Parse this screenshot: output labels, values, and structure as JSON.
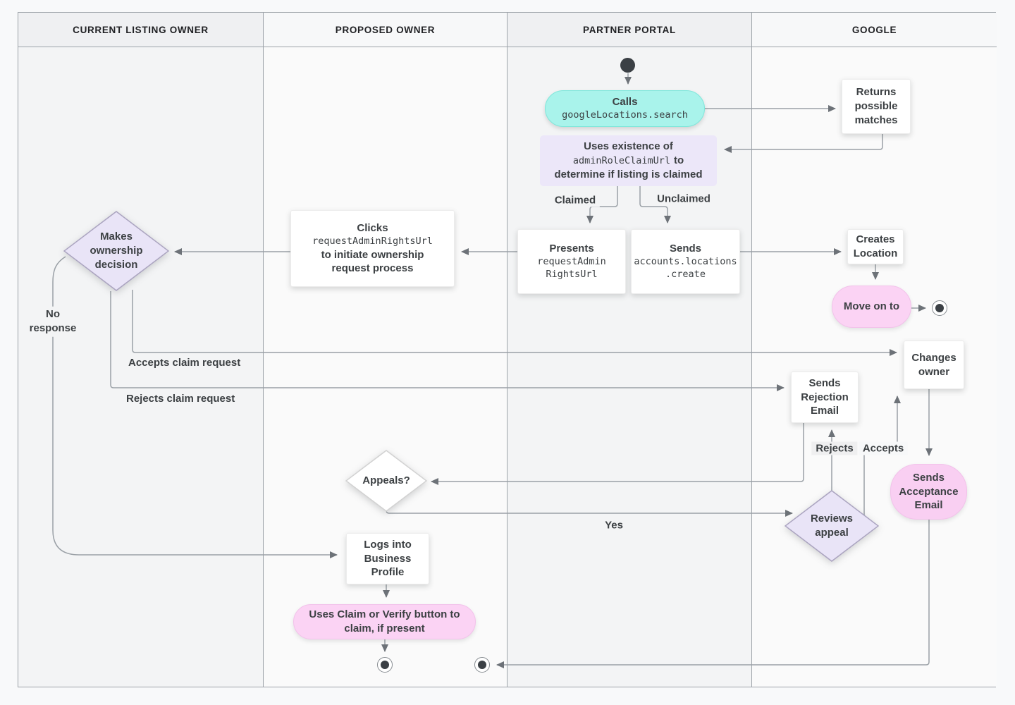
{
  "lanes": [
    "CURRENT LISTING OWNER",
    "PROPOSED OWNER",
    "PARTNER PORTAL",
    "GOOGLE"
  ],
  "nodes": {
    "calls": {
      "label": "Calls",
      "code": "googleLocations.search"
    },
    "returns_matches": {
      "label": "Returns possible matches"
    },
    "uses_existence": {
      "pre": "Uses existence of",
      "code": "adminRoleClaimUrl",
      "post": "to",
      "tail": "determine if listing is claimed"
    },
    "presents": {
      "label": "Presents",
      "code1": "requestAdmin",
      "code2": "RightsUrl"
    },
    "sends_create": {
      "label": "Sends",
      "code1": "accounts.locations",
      "code2": ".create"
    },
    "clicks": {
      "label": "Clicks",
      "code": "requestAdminRightsUrl",
      "tail1": "to initiate ownership",
      "tail2": "request process"
    },
    "makes_decision": {
      "label": "Makes ownership decision"
    },
    "creates_location": {
      "label": "Creates Location"
    },
    "move_on": {
      "label": "Move on to"
    },
    "changes_owner": {
      "label": "Changes owner"
    },
    "sends_rejection": {
      "label": "Sends Rejection Email"
    },
    "sends_acceptance": {
      "label": "Sends Acceptance Email"
    },
    "reviews_appeal": {
      "label": "Reviews appeal"
    },
    "appeals": {
      "label": "Appeals?"
    },
    "logs_in": {
      "label": "Logs into Business Profile"
    },
    "claim_verify": {
      "label": "Uses Claim or Verify button to claim, if present"
    }
  },
  "edge_labels": {
    "claimed": "Claimed",
    "unclaimed": "Unclaimed",
    "no_response": "No response",
    "accepts_claim": "Accepts claim request",
    "rejects_claim": "Rejects claim request",
    "rejects": "Rejects",
    "accepts": "Accepts",
    "yes": "Yes"
  },
  "colors": {
    "teal": "#a9f3eb",
    "lavender": "#ece7f9",
    "pink": "#fbd3f4",
    "line": "#9aa0a6",
    "arrowhead": "#6d7278",
    "text": "#3c4043"
  }
}
